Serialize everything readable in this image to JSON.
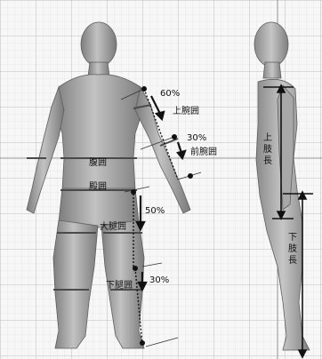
{
  "labels": {
    "upper_arm_pct": "60%",
    "upper_arm_girth": "上腕囲",
    "forearm_pct": "30%",
    "forearm_girth": "前腕囲",
    "abdomen_girth": "腹囲",
    "hip_girth": "殿囲",
    "thigh_pct": "50%",
    "thigh_girth": "大腿囲",
    "calf_girth": "下腿囲",
    "calf_pct": "30%",
    "upper_limb_length": [
      "上",
      "肢",
      "長"
    ],
    "lower_limb_length": [
      "下",
      "肢",
      "長"
    ]
  },
  "colors": {
    "grid_minor": "#d9d9d9",
    "grid_major": "#a6a6a6",
    "body": "#9a9a9a",
    "marker": "#1a1a1a"
  }
}
